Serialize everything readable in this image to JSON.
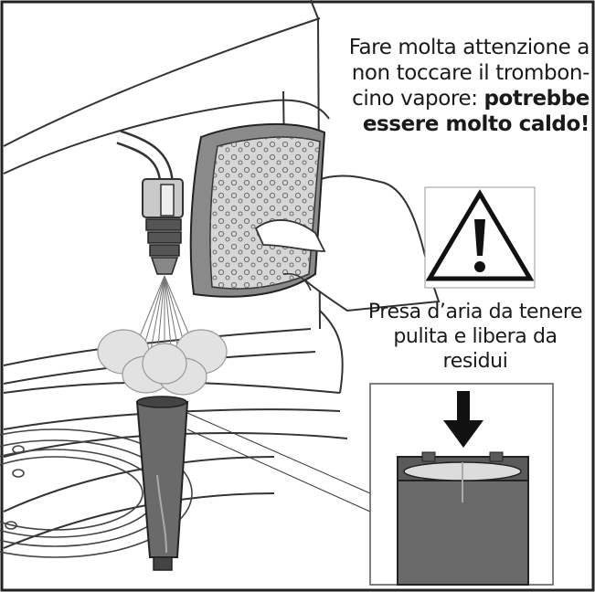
{
  "warning_caption": {
    "line1": "Fare molta attenzione a",
    "line2": "non toccare il trombon-",
    "line3_normal": "cino vapore: ",
    "line3_bold": "potrebbe",
    "line4_bold": "essere molto caldo!"
  },
  "intake_caption": {
    "line1": "Presa d’aria da tenere",
    "line2": "pulita e libera da",
    "line3": "residui"
  },
  "icons": {
    "warning": "warning-triangle-icon",
    "arrow": "arrow-down-icon"
  }
}
